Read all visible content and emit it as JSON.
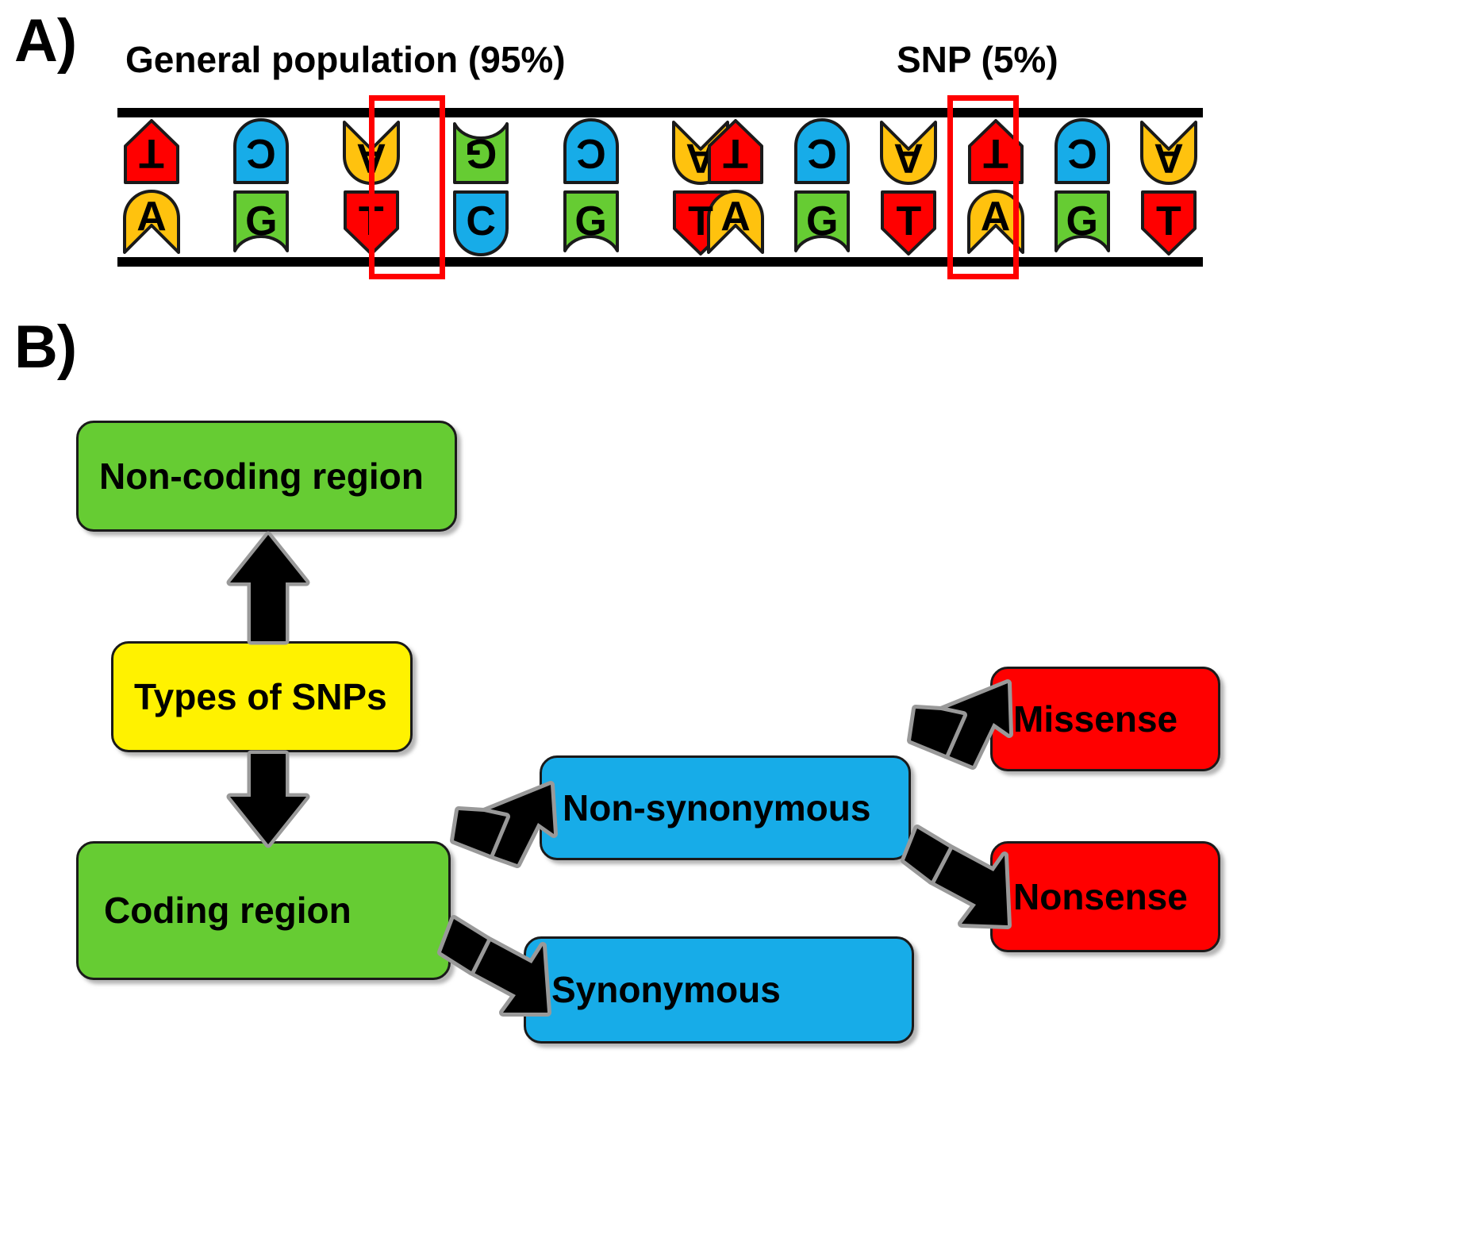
{
  "panels": {
    "a": {
      "letter": "A)"
    },
    "b": {
      "letter": "B)"
    }
  },
  "panel_a": {
    "left": {
      "title": "General population (95%)",
      "top_strand": [
        "T",
        "C",
        "A",
        "G",
        "C",
        "A"
      ],
      "bottom_strand": [
        "A",
        "G",
        "T",
        "C",
        "G",
        "T"
      ],
      "highlight_index": 3,
      "highlight_color": "#ff0000"
    },
    "right": {
      "title": "SNP (5%)",
      "top_strand": [
        "T",
        "C",
        "A",
        "T",
        "C",
        "A"
      ],
      "bottom_strand": [
        "A",
        "G",
        "T",
        "A",
        "G",
        "T"
      ],
      "highlight_index": 3,
      "highlight_color": "#ff0000"
    },
    "base_colors": {
      "A": "#FFC20E",
      "T": "#FF0000",
      "G": "#66CC33",
      "C": "#17ACE8"
    }
  },
  "panel_b": {
    "boxes": {
      "noncoding": {
        "label": "Non-coding region",
        "color": "#66CC33"
      },
      "types": {
        "label": "Types of SNPs",
        "color": "#FFF200"
      },
      "coding": {
        "label": "Coding region",
        "color": "#66CC33"
      },
      "nonsynonymous": {
        "label": "Non-synonymous",
        "color": "#17ACE8"
      },
      "synonymous": {
        "label": "Synonymous",
        "color": "#17ACE8"
      },
      "missense": {
        "label": "Missense",
        "color": "#FF0000"
      },
      "nonsense": {
        "label": "Nonsense",
        "color": "#FF0000"
      }
    },
    "arrow_color": "#000000",
    "arrow_outline_color": "#999999"
  }
}
